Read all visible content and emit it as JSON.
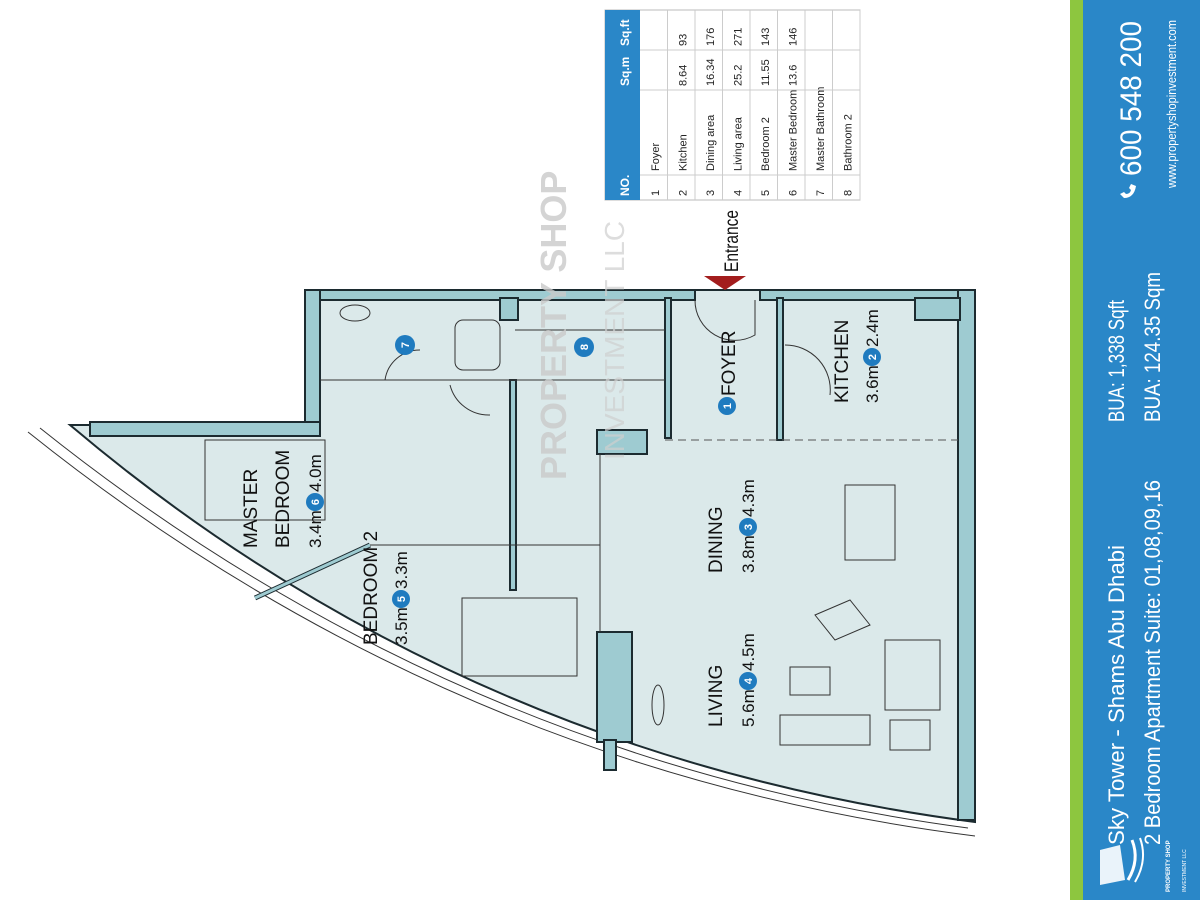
{
  "banner": {
    "title": "Sky Tower - Shams Abu Dhabi",
    "suite": "2 Bedroom Apartment Suite: 01,08,09,16",
    "bua_sqft": "BUA: 1,338 Sqft",
    "bua_sqm": "BUA: 124.35 Sqm",
    "phone": "600 548 200",
    "website": "www.propertyshopinvestment.com",
    "logo_line1": "PROPERTY SHOP",
    "logo_line2": "INVESTMENT LLC",
    "green": "#8dc63f",
    "blue": "#2a87c8"
  },
  "table": {
    "headers": [
      "NO.",
      "",
      "Sq.m",
      "Sq.ft"
    ],
    "rows": [
      {
        "no": "1",
        "name": "Foyer",
        "sqm": "",
        "sqft": ""
      },
      {
        "no": "2",
        "name": "Kitchen",
        "sqm": "8.64",
        "sqft": "93"
      },
      {
        "no": "3",
        "name": "Dining area",
        "sqm": "16.34",
        "sqft": "176"
      },
      {
        "no": "4",
        "name": "Living area",
        "sqm": "25.2",
        "sqft": "271"
      },
      {
        "no": "5",
        "name": "Bedroom 2",
        "sqm": "11.55",
        "sqft": "143"
      },
      {
        "no": "6",
        "name": "Master Bedroom",
        "sqm": "13.6",
        "sqft": "146"
      },
      {
        "no": "7",
        "name": "Master Bathroom",
        "sqm": "",
        "sqft": ""
      },
      {
        "no": "8",
        "name": "Bathroom 2",
        "sqm": "",
        "sqft": ""
      }
    ]
  },
  "plan": {
    "entrance": "Entrance",
    "watermark_line1": "PROPERTY SHOP",
    "watermark_line2": "INVESTMENT LLC",
    "master": {
      "line1": "MASTER",
      "line2": "BEDROOM",
      "w": "3.4m",
      "no": "6",
      "l": "4.0m"
    },
    "bedroom2": {
      "line1": "BEDROOM 2",
      "w": "3.5m",
      "no": "5",
      "l": "3.3m"
    },
    "dining": {
      "line1": "DINING",
      "w": "3.8m",
      "no": "3",
      "l": "4.3m"
    },
    "living": {
      "line1": "LIVING",
      "w": "5.6m",
      "no": "4",
      "l": "4.5m"
    },
    "foyer": {
      "line1": "FOYER",
      "no": "1"
    },
    "kitchen": {
      "line1": "KITCHEN",
      "w": "3.6m",
      "no": "2",
      "l": "2.4m"
    },
    "bath_master_no": "7",
    "bath2_no": "8",
    "badge_color": "#1f7bbf"
  }
}
